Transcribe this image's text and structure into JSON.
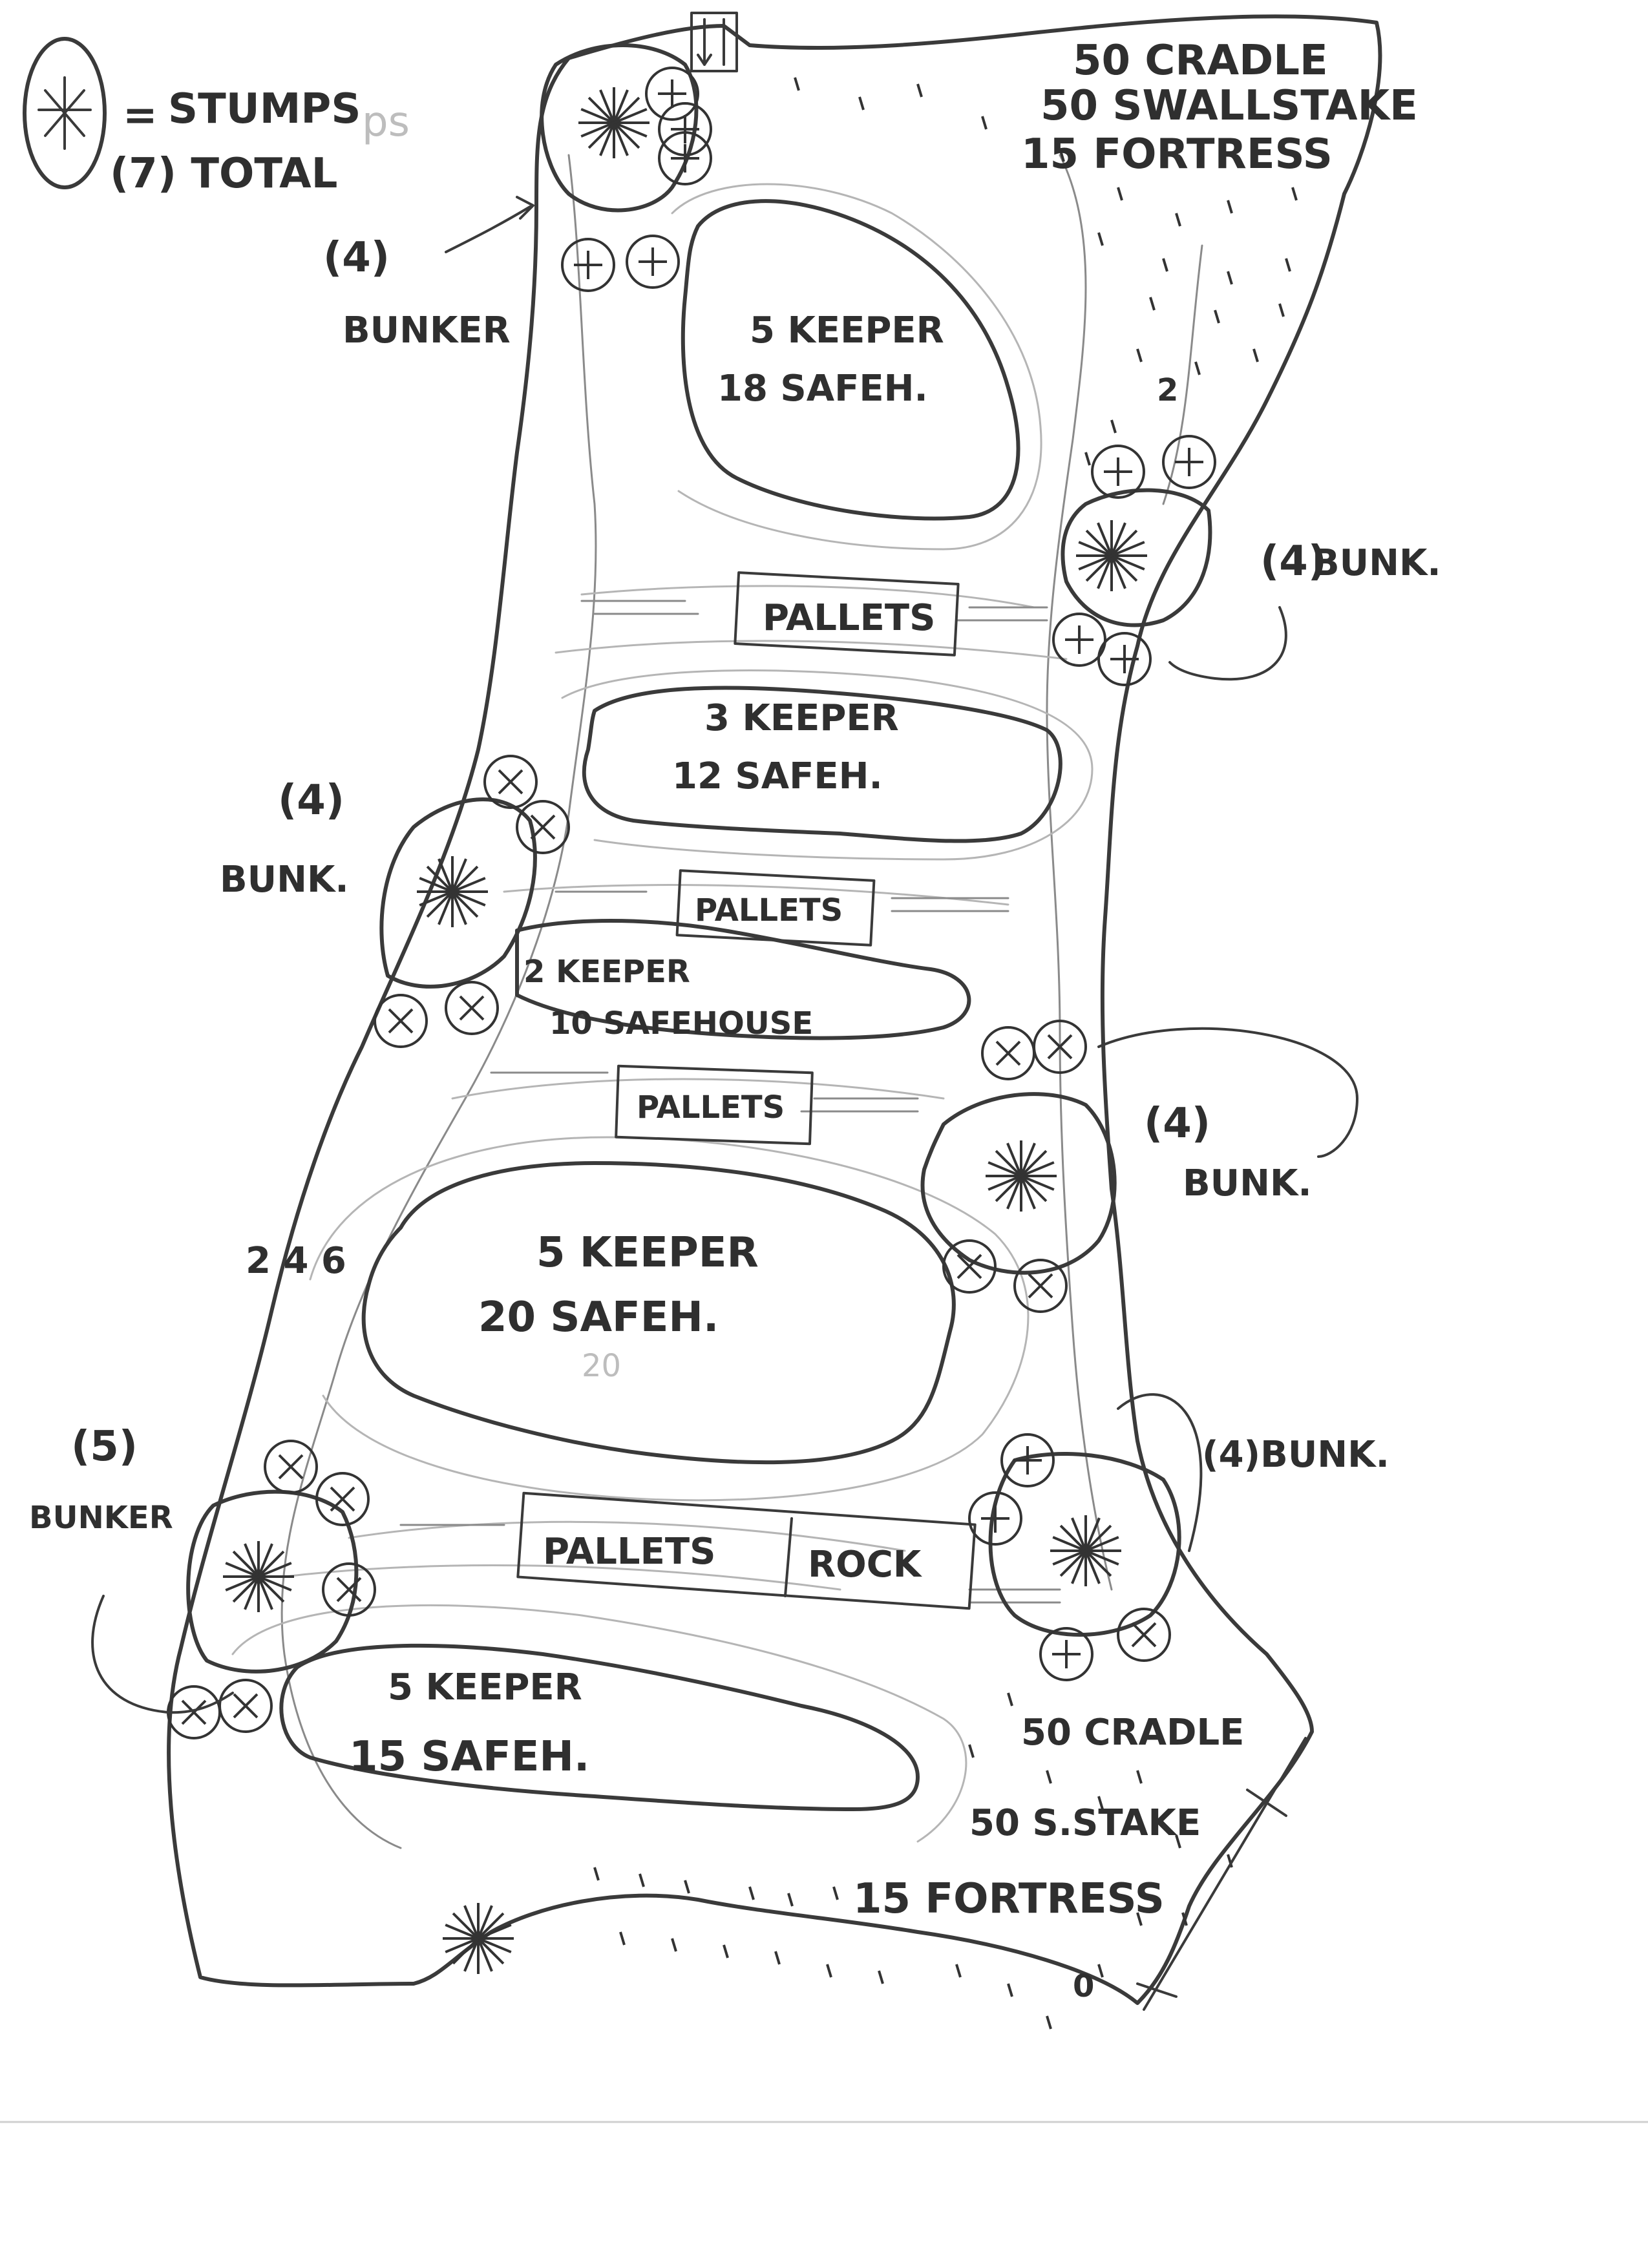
{
  "legend": {
    "symbol_text": "=",
    "line1": "STUMPS",
    "line2": "(7) TOTAL",
    "ghost": "ps"
  },
  "top_right": {
    "line1": "50 CRADLE",
    "line2": "50 SWALLSTAKE",
    "line3": "15 FORTRESS"
  },
  "bottom_right": {
    "line1": "50 CRADLE",
    "line2": "50 S.STAKE",
    "line3": "15 FORTRESS"
  },
  "bunkers": {
    "top_left": {
      "count": "(4)",
      "label": "BUNKER"
    },
    "right_upper": {
      "count": "(4)",
      "label": "BUNK."
    },
    "left_mid": {
      "count": "(4)",
      "label": "BUNK."
    },
    "right_mid": {
      "count": "(4)",
      "label": "BUNK."
    },
    "right_lower": {
      "label": "(4)BUNK."
    },
    "left_lower": {
      "count": "(5)",
      "label": "BUNKER"
    }
  },
  "zones": {
    "z1": {
      "keeper": "5 KEEPER",
      "safe": "18 SAFEH."
    },
    "z2": {
      "keeper": "3 KEEPER",
      "safe": "12 SAFEH."
    },
    "z3": {
      "keeper": "2 KEEPER",
      "safe": "10 SAFEHOUSE"
    },
    "z4": {
      "keeper": "5 KEEPER",
      "safe": "20 SAFEH."
    },
    "z5": {
      "keeper": "5 KEEPER",
      "safe": "15 SAFEH."
    }
  },
  "pallets": {
    "p1": "PALLETS",
    "p2": "PALLETS",
    "p3": "PALLETS",
    "p4a": "PALLETS",
    "p4b": "ROCK"
  },
  "marks": {
    "right_2": "2",
    "left_numbers": "2 4 6",
    "faint_20": "20",
    "bottom_0": "0"
  }
}
